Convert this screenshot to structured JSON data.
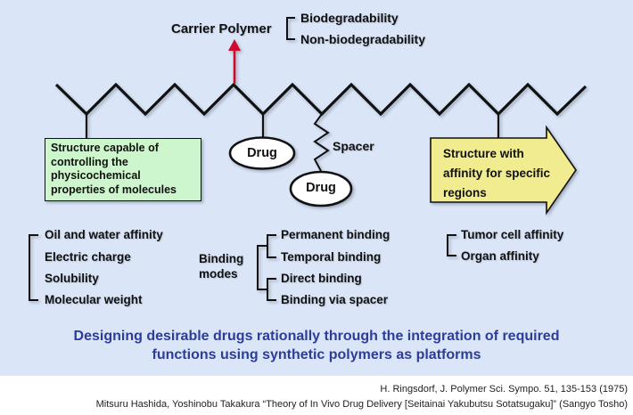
{
  "colors": {
    "panel_bg": "#dae6f7",
    "page_bg": "#ffffff",
    "green_box_bg": "#cdf6cd",
    "yellow_arrow_bg": "#f1ec8f",
    "red_arrow": "#cf0a2c",
    "headline_text": "#2c3c99",
    "line": "#111111"
  },
  "carrier": {
    "label": "Carrier Polymer",
    "options": [
      "Biodegradability",
      "Non-biodegradability"
    ]
  },
  "backbone": {
    "drug1": "Drug",
    "drug2": "Drug",
    "spacer_label": "Spacer"
  },
  "green_box": {
    "lines": [
      "Structure capable of",
      "controlling the",
      "physicochemical",
      "properties of molecules"
    ]
  },
  "yellow_arrow": {
    "lines": [
      "Structure with",
      "affinity for specific",
      "regions"
    ]
  },
  "physicochemical_list": [
    "Oil and water affinity",
    "Electric charge",
    "Solubility",
    "Molecular weight"
  ],
  "binding": {
    "label_lines": [
      "Binding",
      "modes"
    ],
    "items": [
      "Permanent binding",
      "Temporal binding",
      "Direct binding",
      "Binding via spacer"
    ]
  },
  "affinity_list": [
    "Tumor cell affinity",
    "Organ affinity"
  ],
  "headline": {
    "lines": [
      "Designing desirable drugs rationally through the integration of required",
      "functions using synthetic polymers as platforms"
    ]
  },
  "citations": [
    "H. Ringsdorf, J. Polymer Sci. Sympo. 51, 135-153 (1975)",
    "Mitsuru Hashida, Yoshinobu Takakura “Theory of In Vivo Drug Delivery [Seitainai Yakubutsu Sotatsugaku]” (Sangyo Tosho)"
  ]
}
